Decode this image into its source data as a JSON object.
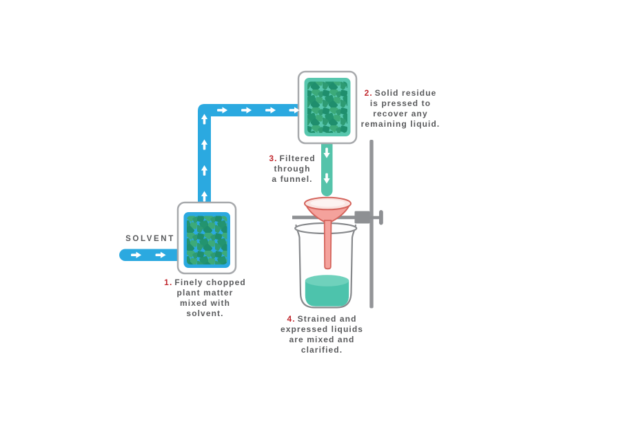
{
  "labels": {
    "solvent": "SOLVENT"
  },
  "steps": [
    {
      "number": "1.",
      "text": "Finely chopped\nplant matter\nmixed with\nsolvent."
    },
    {
      "number": "2.",
      "text": "Solid residue\nis pressed to\nrecover any\nremaining liquid."
    },
    {
      "number": "3.",
      "text": "Filtered\nthrough\na funnel."
    },
    {
      "number": "4.",
      "text": "Strained and\nexpressed liquids\nare mixed and\nclarified."
    }
  ],
  "colors": {
    "pipe_blue": "#2BA9E0",
    "vessel_teal": "#58C7AE",
    "drain_teal": "#55C3AA",
    "plant_green_dark": "#1F8E6D",
    "plant_green_light": "#3CAA79",
    "funnel_pink": "#F4A29C",
    "funnel_outline": "#D4635B",
    "funnel_mouth_pink": "#FAE4E1",
    "liquid_teal": "#4DC3AC",
    "liquid_surface": "#6FD1BC",
    "apparatus_gray": "#8E9093",
    "rod_gray": "#939598",
    "beaker_outline": "#87898C",
    "vessel_border": "#A7A9AC",
    "arrow_white": "#FFFFFF",
    "text_gray": "#58595B",
    "step_number_red": "#C0272D"
  }
}
